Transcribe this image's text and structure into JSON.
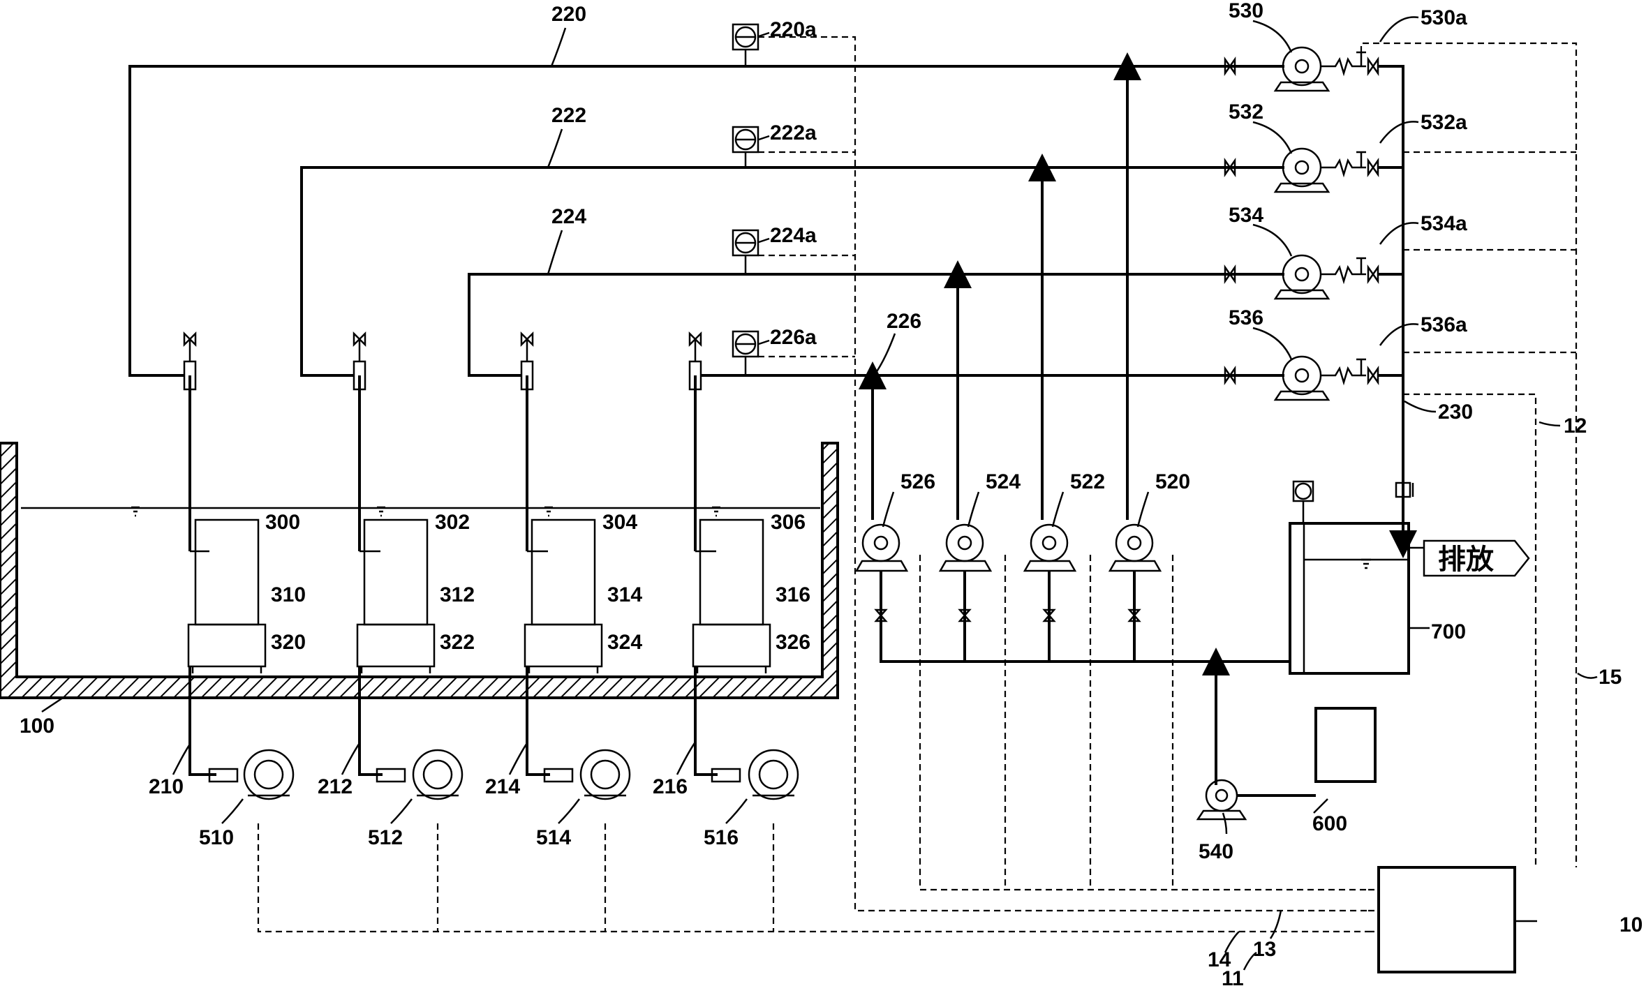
{
  "labels": {
    "tank_100": "100",
    "controller_10": "10",
    "signal_11": "11",
    "signal_12": "12",
    "signal_13": "13",
    "signal_14": "14",
    "signal_15": "15",
    "pipe_210": "210",
    "pipe_212": "212",
    "pipe_214": "214",
    "pipe_216": "216",
    "line_220": "220",
    "line_222": "222",
    "line_224": "224",
    "line_226": "226",
    "gauge_220a": "220a",
    "gauge_222a": "222a",
    "gauge_224a": "224a",
    "gauge_226a": "226a",
    "line_230": "230",
    "module_300": "300",
    "module_302": "302",
    "module_304": "304",
    "module_306": "306",
    "membrane_310": "310",
    "membrane_312": "312",
    "membrane_314": "314",
    "membrane_316": "316",
    "diffuser_320": "320",
    "diffuser_322": "322",
    "diffuser_324": "324",
    "diffuser_326": "326",
    "blower_510": "510",
    "blower_512": "512",
    "blower_514": "514",
    "blower_516": "516",
    "pump_520": "520",
    "pump_522": "522",
    "pump_524": "524",
    "pump_526": "526",
    "pump_530": "530",
    "pump_532": "532",
    "pump_534": "534",
    "pump_536": "536",
    "valve_530a": "530a",
    "valve_532a": "532a",
    "valve_534a": "534a",
    "valve_536a": "536a",
    "pump_540": "540",
    "chem_tank_600": "600",
    "treated_tank_700": "700",
    "discharge": "排放"
  }
}
